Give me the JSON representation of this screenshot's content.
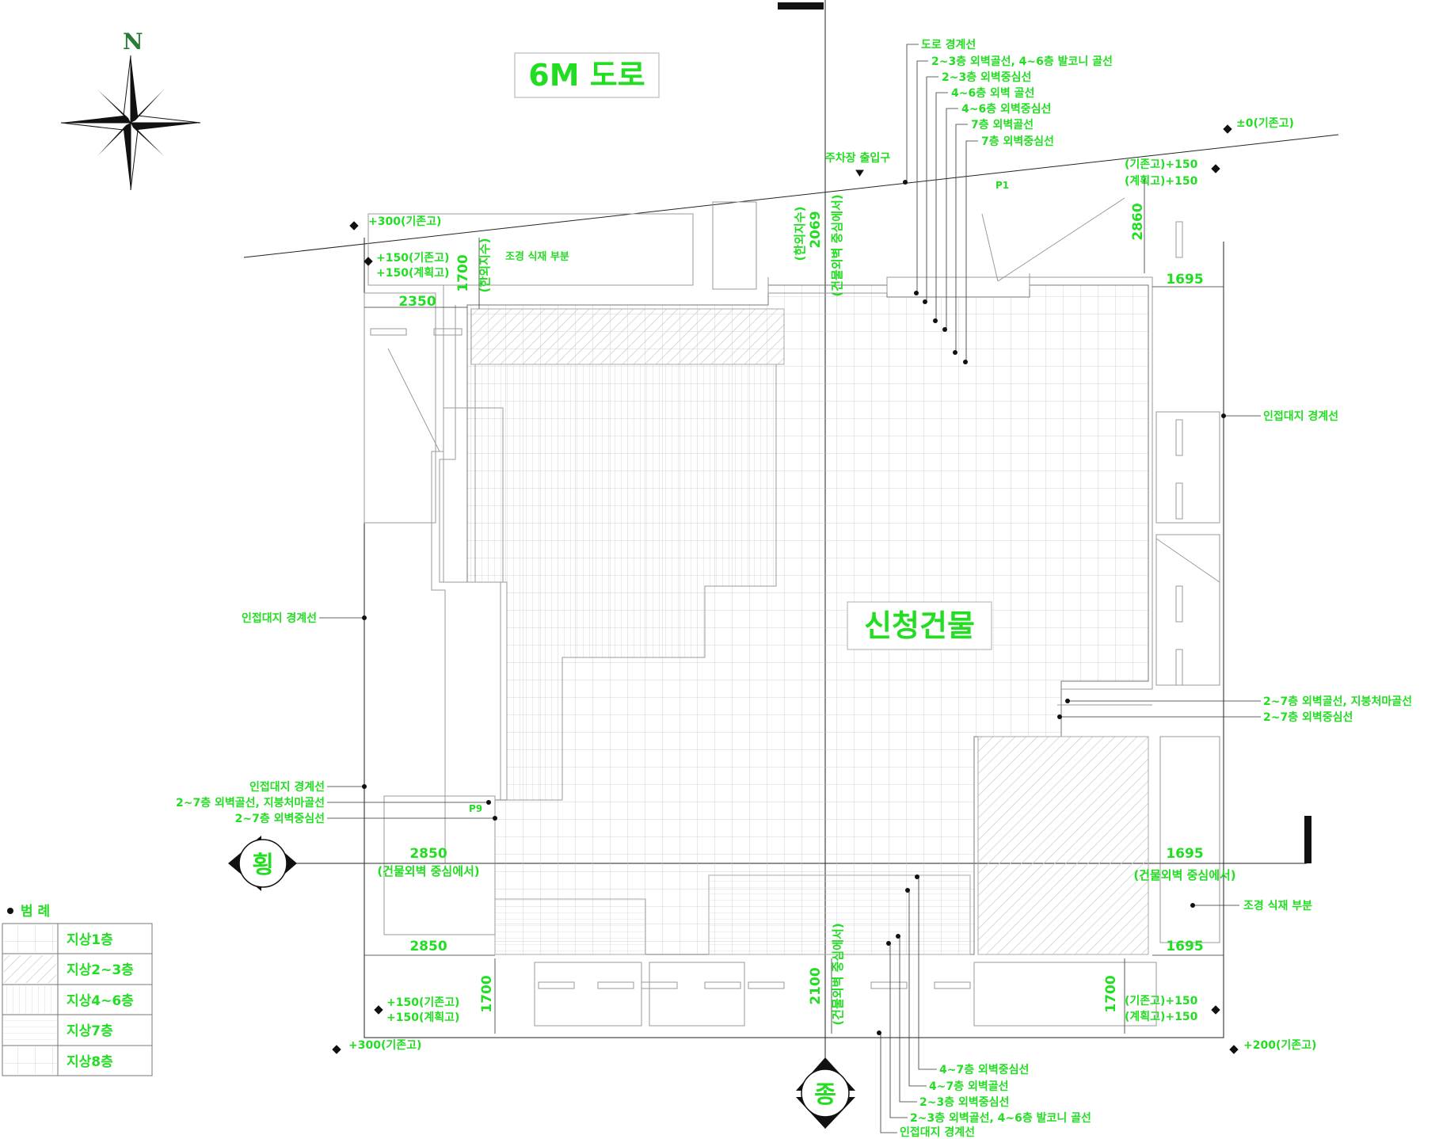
{
  "title": {
    "road": "6M 도로",
    "building": "신청건물"
  },
  "compass": {
    "letter": "N",
    "icon": "north-compass-rose-icon"
  },
  "legend": {
    "title": "범 례",
    "items": [
      "지상1층",
      "지상2~3층",
      "지상4~6층",
      "지상7층",
      "지상8층"
    ]
  },
  "top_callouts": [
    "도로 경계선",
    "2~3층 외벽골선, 4~6층 발코니 골선",
    "2~3층 외벽중심선",
    "4~6층 외벽 골선",
    "4~6층 외벽중심선",
    "7층 외벽골선",
    "7층 외벽중심선"
  ],
  "bottom_callouts": [
    "4~7층 외벽중심선",
    "4~7층 외벽골선",
    "2~3층 외벽중심선",
    "2~3층 외벽골선, 4~6층 발코니 골선",
    "인접대지 경계선"
  ],
  "right_callouts": [
    "인접대지 경계선",
    "2~7층 외벽골선, 지붕처마골선",
    "2~7층 외벽중심선",
    "조경 식재 부분"
  ],
  "left_callouts": [
    "인접대지 경계선",
    "인접대지 경계선",
    "2~7층 외벽골선, 지붕처마골선",
    "2~7층 외벽중심선"
  ],
  "levels": {
    "top_left_300": "+300(기존고)",
    "top_left_150a": "+150(기존고)",
    "top_left_150b": "+150(계획고)",
    "top_right_zero": "±0(기존고)",
    "top_right_150a": "(기존고)+150",
    "top_right_150b": "(계획고)+150",
    "bottom_left_150a": "+150(기존고)",
    "bottom_left_150b": "+150(계획고)",
    "bottom_left_300": "+300(기존고)",
    "bottom_right_150a": "(기존고)+150",
    "bottom_right_150b": "(계획고)+150",
    "bottom_right_200": "+200(기존고)"
  },
  "dimensions": {
    "d2350": "2350",
    "d1700_tl": "1700",
    "d2069": "2069",
    "d2860": "2860",
    "d1695_top": "1695",
    "d2850_mid": "2850",
    "d1695_mid": "1695",
    "d2850_low": "2850",
    "d1695_low": "1695",
    "d1700_bl": "1700",
    "d2100": "2100",
    "d1700_br": "1700"
  },
  "notes": {
    "parking_entry": "주차장 출입구",
    "landscape_top": "조경 식재 부분",
    "p1": "P1",
    "p9": "P9",
    "vert_top_a": "(한외지수)",
    "vert_top_b": "(건물외벽 중심에서)",
    "vert_tl": "(한외지수)",
    "vert_bottom": "(건물외벽 중심에서)",
    "from_wall_left": "(건물외벽 중심에서)",
    "from_wall_right": "(건물외벽 중심에서)"
  },
  "section_markers": {
    "west": "횡",
    "south": "종"
  },
  "colors": {
    "label_green": "#22dd22",
    "line_dark": "#222222"
  }
}
